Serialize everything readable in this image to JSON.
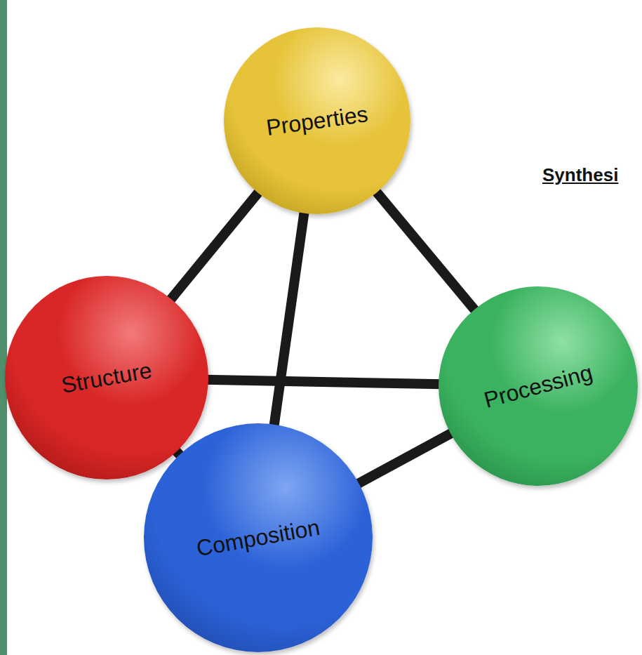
{
  "diagram": {
    "nodes": [
      {
        "text": [
          "Properties"
        ]
      },
      {
        "text": [
          "Structure"
        ]
      },
      {
        "text": [
          "Processing"
        ]
      },
      {
        "text": [
          "Composition"
        ]
      }
    ],
    "edges": [
      {
        "from": 0,
        "to": 1,
        "arrow": "none"
      },
      {
        "from": 0,
        "to": 3,
        "arrow": "none"
      },
      {
        "from": 0,
        "to": 2,
        "arrow": "none"
      },
      {
        "from": 1,
        "to": 2,
        "arrow": "none"
      },
      {
        "from": 1,
        "to": 3,
        "arrow": "none"
      },
      {
        "from": 3,
        "to": 2,
        "arrow": "none"
      }
    ],
    "labels": [
      "Synthesi"
    ]
  }
}
